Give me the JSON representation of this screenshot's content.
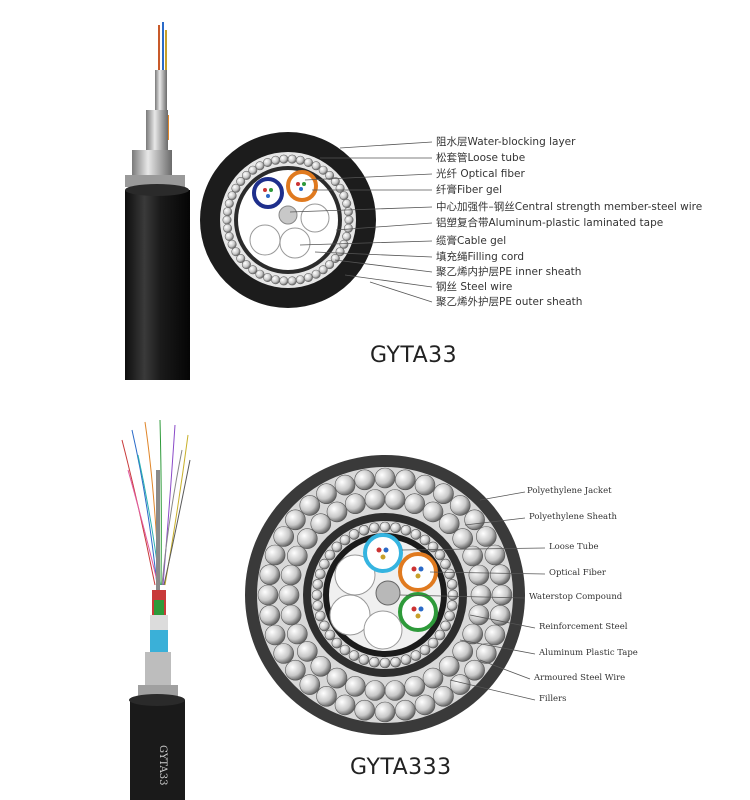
{
  "top": {
    "model": "GYTA33",
    "labels": [
      "阻水层Water-blocking layer",
      "松套管Loose tube",
      "光纤 Optical fiber",
      "纤膏Fiber gel",
      "中心加强件–钢丝Central strength member-steel wire",
      "铝塑复合带Aluminum-plastic laminated tape",
      "缆膏Cable gel",
      "填充绳Filling cord",
      "聚乙烯内护层PE inner sheath",
      "钢丝 Steel wire",
      "聚乙烯外护层PE outer sheath"
    ]
  },
  "bottom": {
    "model": "GYTA333",
    "cable_print": "GYTA33",
    "labels": [
      "Polyethylene Jacket",
      "Polyethylene Sheath",
      "Loose Tube",
      "Optical Fiber",
      "Waterstop Compound",
      "Reinforcement Steel",
      "Aluminum Plastic Tape",
      "Armoured Steel Wire",
      "Fillers"
    ]
  },
  "colors": {
    "sheath": "#1c1c1c",
    "steel_wire": "#cfcfcf",
    "tube_blue": "#1e2f8c",
    "tube_orange": "#e07a1f",
    "tube_cyan": "#35b4e0",
    "tube_green": "#2e9a3a"
  }
}
